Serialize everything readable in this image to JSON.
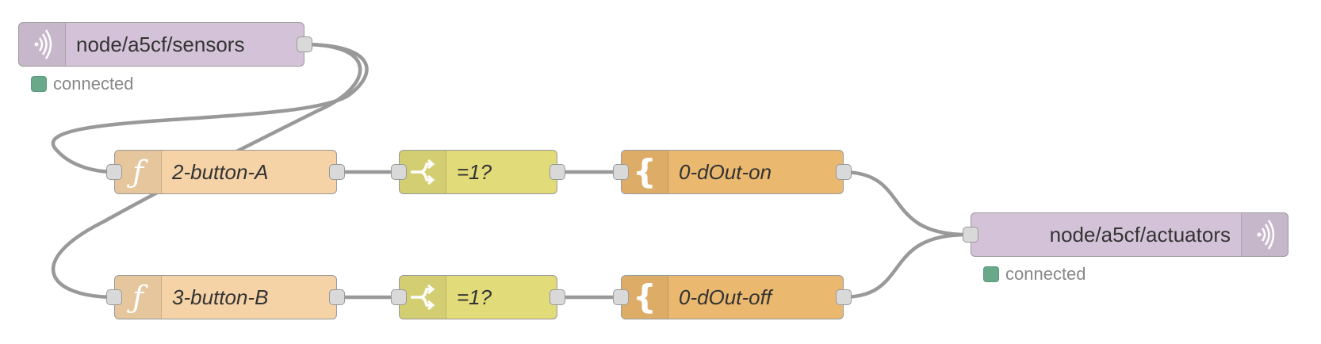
{
  "colors": {
    "mqtt": "#d4c3d8",
    "function": "#f5d3a7",
    "switch": "#e2db7a",
    "template": "#ebb86f",
    "wire": "#999999",
    "status_connected": "#6aa88a"
  },
  "nodes": {
    "mqtt_in": {
      "label": "node/a5cf/sensors",
      "icon": "radio-waves-icon",
      "status": "connected"
    },
    "fn_a": {
      "label": "2-button-A",
      "icon": "function-icon"
    },
    "fn_b": {
      "label": "3-button-B",
      "icon": "function-icon"
    },
    "switch_a": {
      "label": "=1?",
      "icon": "switch-icon"
    },
    "switch_b": {
      "label": "=1?",
      "icon": "switch-icon"
    },
    "tpl_on": {
      "label": "0-dOut-on",
      "icon": "template-brace-icon"
    },
    "tpl_off": {
      "label": "0-dOut-off",
      "icon": "template-brace-icon"
    },
    "mqtt_out": {
      "label": "node/a5cf/actuators",
      "icon": "radio-waves-icon",
      "status": "connected"
    }
  }
}
